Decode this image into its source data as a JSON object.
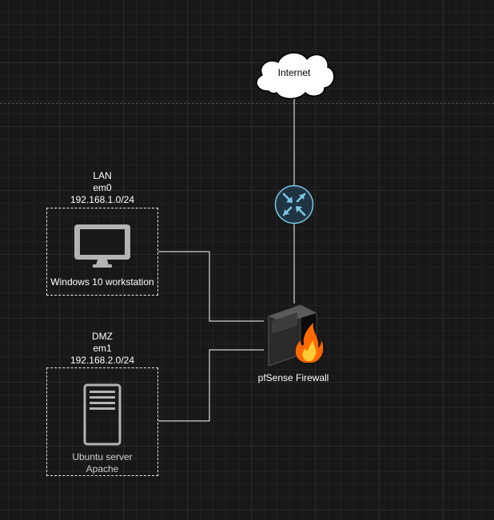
{
  "nodes": {
    "internet": {
      "label": "Internet"
    },
    "router": {
      "icon": "router-icon"
    },
    "firewall": {
      "label": "pfSense Firewall",
      "icon": "firewall-icon"
    },
    "lan": {
      "zone_name": "LAN",
      "interface": "em0",
      "subnet": "192.168.1.0/24",
      "host_label": "Windows 10 workstation",
      "icon": "monitor-icon"
    },
    "dmz": {
      "zone_name": "DMZ",
      "interface": "em1",
      "subnet": "192.168.2.0/24",
      "host_label_line1": "Ubuntu server",
      "host_label_line2": "Apache",
      "icon": "server-icon"
    }
  },
  "colors": {
    "background": "#181818",
    "wire": "#ffffff",
    "router_fill": "#1f3442",
    "router_arrows": "#7ec8e8",
    "flame": "#ff6a00"
  }
}
